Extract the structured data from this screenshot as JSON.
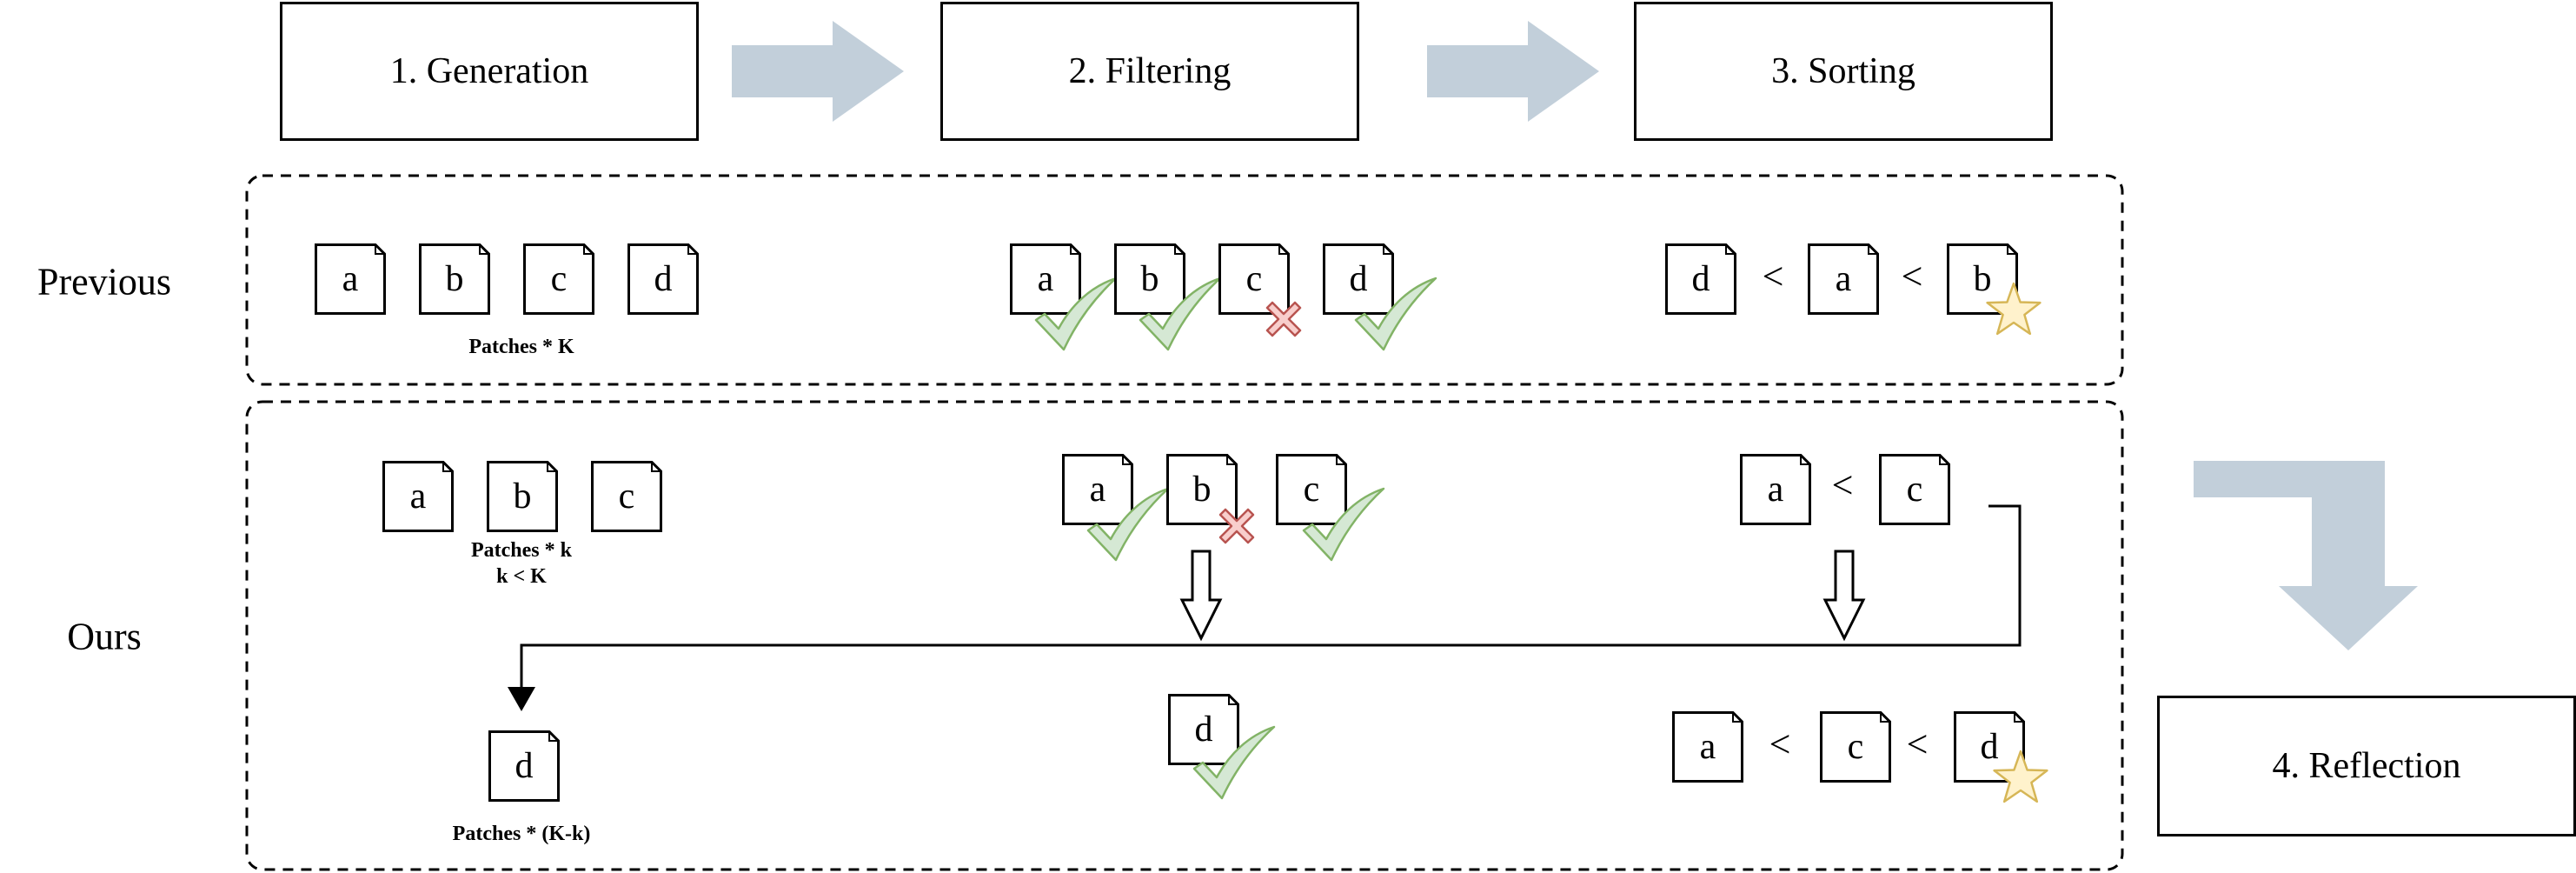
{
  "stages": {
    "generation": "1. Generation",
    "filtering": "2. Filtering",
    "sorting": "3. Sorting",
    "reflection": "4. Reflection"
  },
  "rows": {
    "previous": "Previous",
    "ours": "Ours"
  },
  "previous": {
    "generation": {
      "docs": [
        "a",
        "b",
        "c",
        "d"
      ],
      "caption": "Patches * K"
    },
    "filtering": [
      {
        "letter": "a",
        "status": "pass"
      },
      {
        "letter": "b",
        "status": "pass"
      },
      {
        "letter": "c",
        "status": "fail"
      },
      {
        "letter": "d",
        "status": "pass"
      }
    ],
    "sorting": {
      "order": [
        "d",
        "a",
        "b"
      ],
      "operator": "<",
      "best": "b"
    }
  },
  "ours": {
    "generation": {
      "docs": [
        "a",
        "b",
        "c"
      ],
      "caption_line1": "Patches * k",
      "caption_line2": "k < K"
    },
    "filtering": [
      {
        "letter": "a",
        "status": "pass"
      },
      {
        "letter": "b",
        "status": "fail"
      },
      {
        "letter": "c",
        "status": "pass"
      }
    ],
    "sorting": {
      "order": [
        "a",
        "c"
      ],
      "operator": "<"
    },
    "regeneration": {
      "docs": [
        "d"
      ],
      "caption": "Patches * (K-k)"
    },
    "refiltering": [
      {
        "letter": "d",
        "status": "pass"
      }
    ],
    "resorting": {
      "order": [
        "a",
        "c",
        "d"
      ],
      "operator": "<",
      "best": "d"
    }
  },
  "colors": {
    "stage_arrow": "#c2cfda",
    "check_fill": "#d5e8d4",
    "check_stroke": "#82b366",
    "cross_fill": "#f8cecc",
    "cross_stroke": "#b85450",
    "star_fill": "#fff2cc",
    "star_stroke": "#d6b656"
  }
}
